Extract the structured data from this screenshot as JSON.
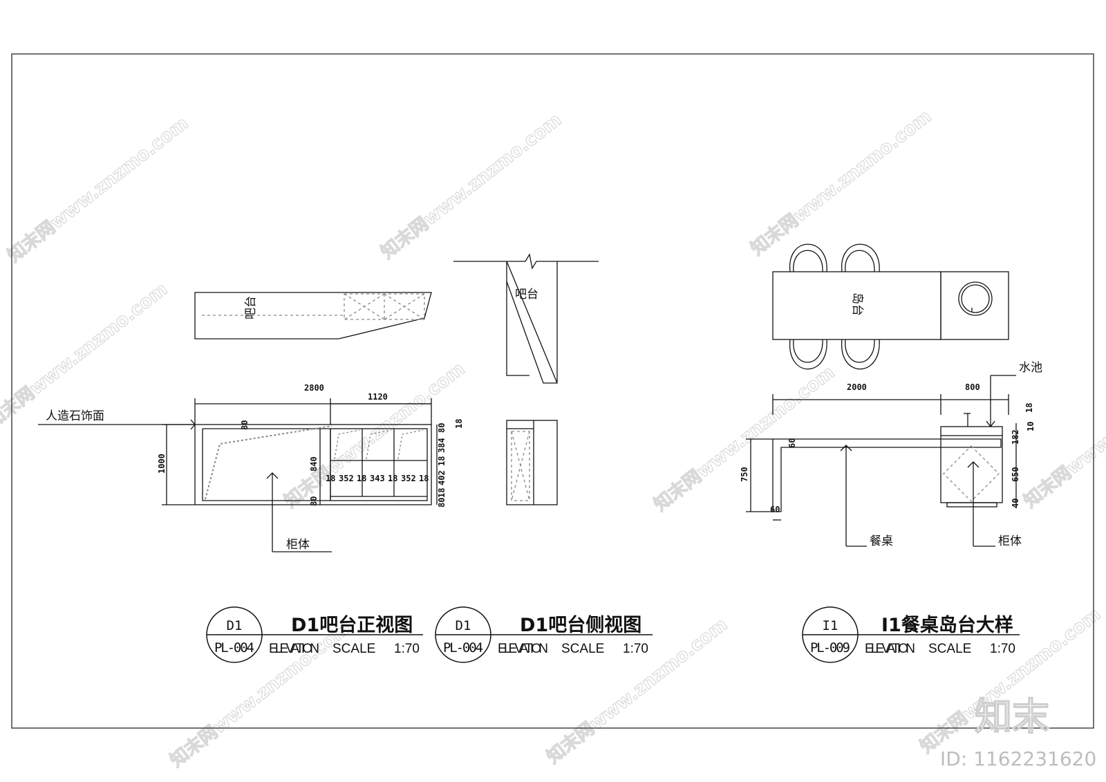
{
  "front_view": {
    "plan_label": "吧台",
    "dims": {
      "total_width": "2800",
      "shelf_width": "1120",
      "height": "1000",
      "top_80": "80",
      "shelf_height": "840",
      "bottom_80": "80",
      "shelf_row": [
        "18",
        "352",
        "18",
        "343",
        "18",
        "352",
        "18"
      ],
      "right_col": [
        "80",
        "384",
        "18",
        "402",
        "18",
        "80"
      ],
      "right_18": "18"
    },
    "callout_stone": "人造石饰面",
    "callout_cabinet": "柜体",
    "title": {
      "code": "D1",
      "sheet": "PL-004",
      "name": "D1吧台正视图",
      "elevation": "ELEVATION",
      "scale": "SCALE",
      "ratio": "1:70"
    }
  },
  "side_view": {
    "plan_label": "吧台",
    "title": {
      "code": "D1",
      "sheet": "PL-004",
      "name": "D1吧台侧视图",
      "elevation": "ELEVATION",
      "scale": "SCALE",
      "ratio": "1:70"
    }
  },
  "island_view": {
    "plan_label": "岛台",
    "dims": {
      "table_width": "2000",
      "sink_width": "800",
      "height": "750",
      "top_60": "60",
      "leg_60": "60",
      "r18": "18",
      "r10": "10",
      "r182": "182",
      "r650": "650",
      "r40": "40"
    },
    "callout_sink": "水池",
    "callout_table": "餐桌",
    "callout_cabinet": "柜体",
    "title": {
      "code": "I1",
      "sheet": "PL-009",
      "name": "I1餐桌岛台大样",
      "elevation": "ELEVATION",
      "scale": "SCALE",
      "ratio": "1:70"
    }
  },
  "watermark": {
    "text": "知末网www.znzmo.com",
    "brand": "知末",
    "id": "ID: 1162231620"
  }
}
